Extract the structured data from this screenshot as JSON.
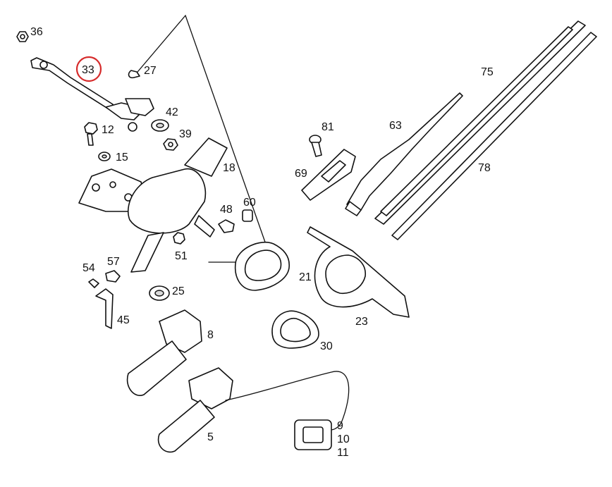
{
  "diagram": {
    "highlight_color": "#d62b2b",
    "line_color": "#111111",
    "highlighted_label": "33",
    "labels": {
      "p36": "36",
      "p33": "33",
      "p27": "27",
      "p42": "42",
      "p12": "12",
      "p39": "39",
      "p15": "15",
      "p18": "18",
      "p48": "48",
      "p60": "60",
      "p51": "51",
      "p54": "54",
      "p57": "57",
      "p25": "25",
      "p45": "45",
      "p8": "8",
      "p5": "5",
      "p9": "9",
      "p10": "10",
      "p11": "11",
      "p21": "21",
      "p23": "23",
      "p30": "30",
      "p81": "81",
      "p69": "69",
      "p63": "63",
      "p75": "75",
      "p78": "78"
    }
  }
}
